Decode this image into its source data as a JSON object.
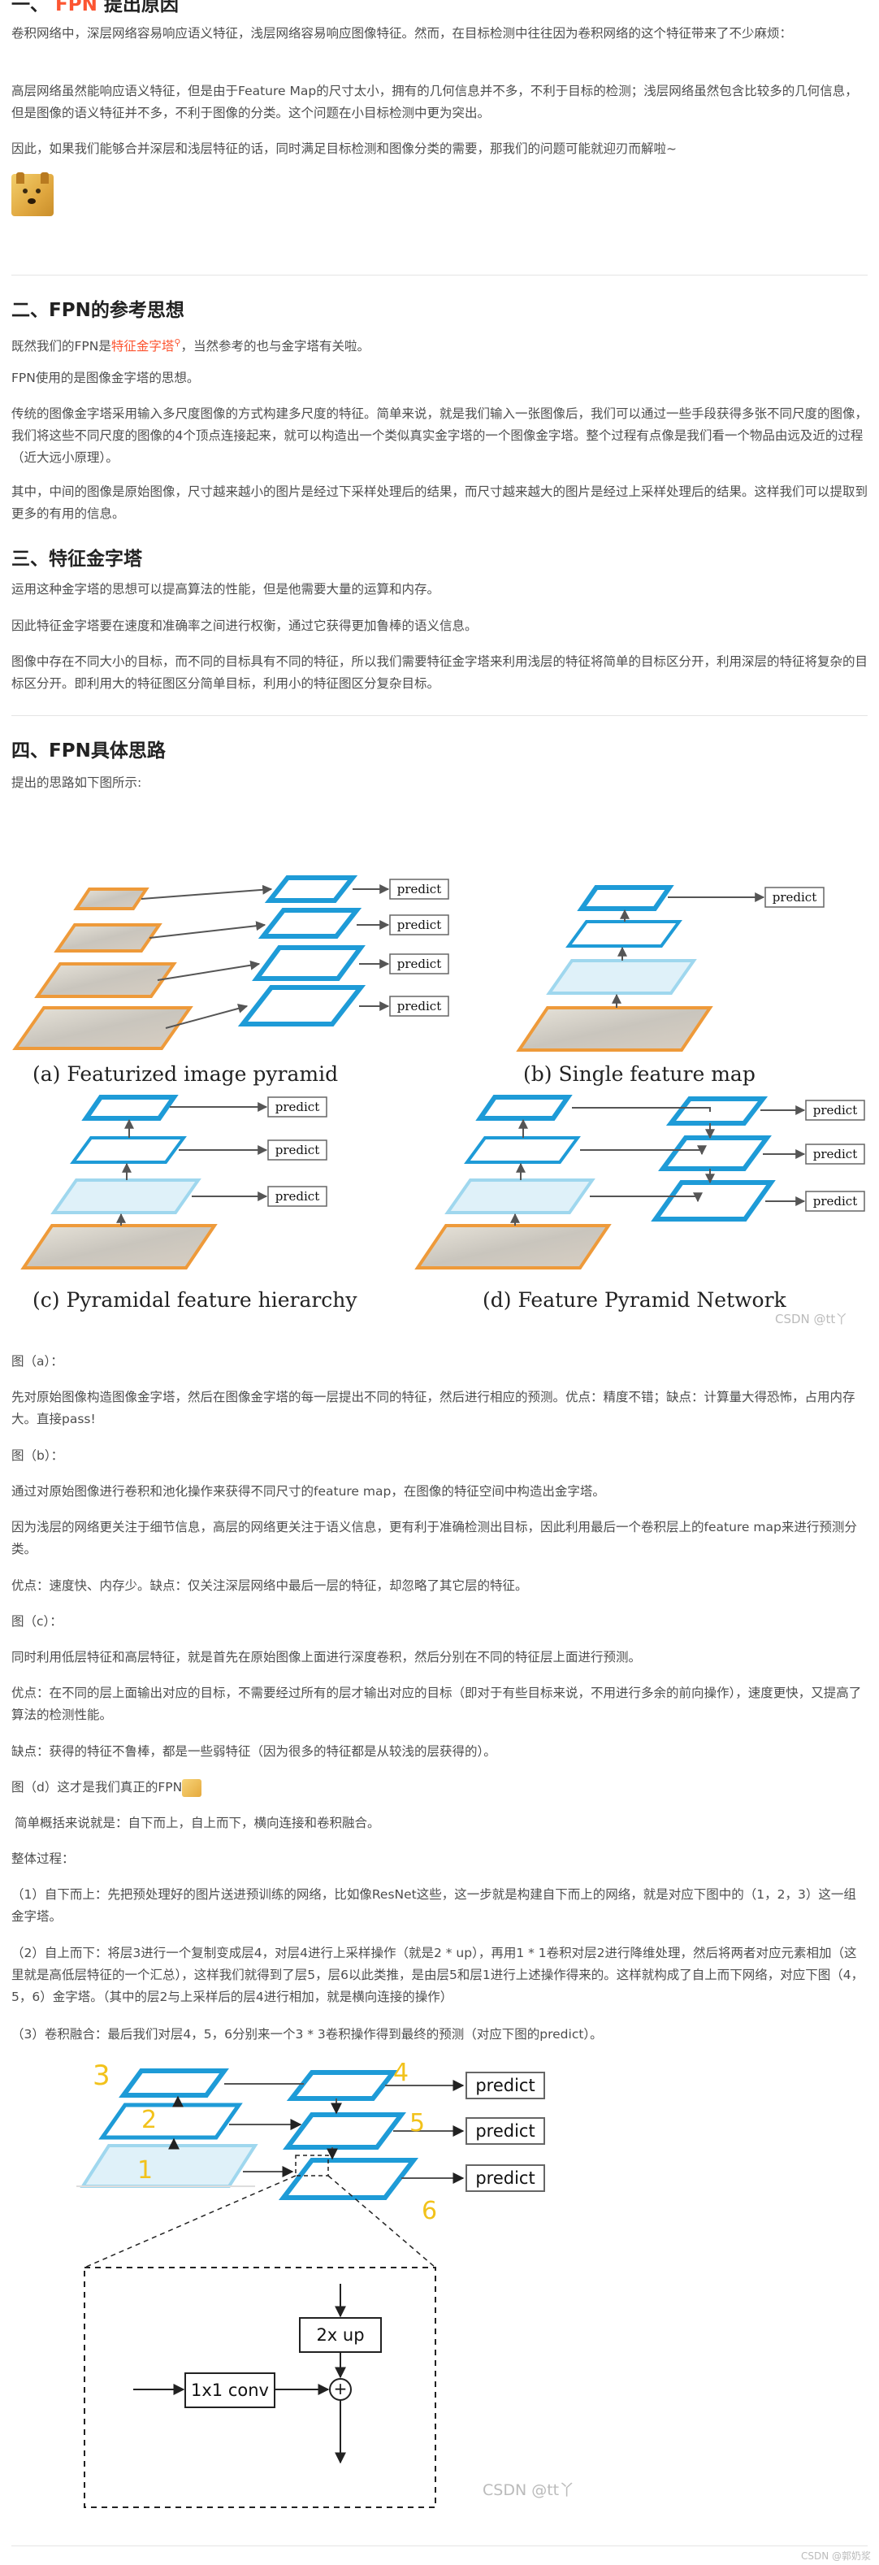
{
  "s1": {
    "heading_num": "一、",
    "heading_fpn": "FPN",
    "heading_rest": "提出原因",
    "p1": "卷积网络中，深层网络容易响应语义特征，浅层网络容易响应图像特征。然而，在目标检测中往往因为卷积网络的这个特征带来了不少麻烦：",
    "p2": "高层网络虽然能响应语义特征，但是由于Feature Map的尺寸太小，拥有的几何信息并不多，不利于目标的检测；浅层网络虽然包含比较多的几何信息，但是图像的语义特征并不多，不利于图像的分类。这个问题在小目标检测中更为突出。",
    "p3": "因此，如果我们能够合并深层和浅层特征的话，同时满足目标检测和图像分类的需要，那我们的问题可能就迎刃而解啦~"
  },
  "s2": {
    "heading": "二、FPN的参考思想",
    "p1_pre": "既然我们的FPN是",
    "p1_link": "特征金字塔",
    "p1_post": "，当然参考的也与金字塔有关啦。",
    "p2": "FPN使用的是图像金字塔的思想。",
    "p3": "传统的图像金字塔采用输入多尺度图像的方式构建多尺度的特征。简单来说，就是我们输入一张图像后，我们可以通过一些手段获得多张不同尺度的图像，我们将这些不同尺度的图像的4个顶点连接起来，就可以构造出一个类似真实金字塔的一个图像金字塔。整个过程有点像是我们看一个物品由远及近的过程（近大远小原理）。",
    "p4": "其中，中间的图像是原始图像，尺寸越来越小的图片是经过下采样处理后的结果，而尺寸越来越大的图片是经过上采样处理后的结果。这样我们可以提取到更多的有用的信息。"
  },
  "s3": {
    "heading": "三、特征金字塔",
    "p1": "运用这种金字塔的思想可以提高算法的性能，但是他需要大量的运算和内存。",
    "p2": "因此特征金字塔要在速度和准确率之间进行权衡，通过它获得更加鲁棒的语义信息。",
    "p3": "图像中存在不同大小的目标，而不同的目标具有不同的特征，所以我们需要特征金字塔来利用浅层的特征将简单的目标区分开，利用深层的特征将复杂的目标区分开。即利用大的特征图区分简单目标，利用小的特征图区分复杂目标。"
  },
  "s4": {
    "heading": "四、FPN具体思路",
    "intro": "提出的思路如下图所示:",
    "fig_labels": {
      "predict": "predict",
      "a": "(a) Featurized image pyramid",
      "b": "(b) Single feature map",
      "c": "(c) Pyramidal feature hierarchy",
      "d": "(d) Feature Pyramid Network",
      "watermark": "CSDN @tt丫"
    },
    "a_title": "图（a）：",
    "a_text": "先对原始图像构造图像金字塔，然后在图像金字塔的每一层提出不同的特征，然后进行相应的预测。优点：精度不错；缺点：计算量大得恐怖，占用内存大。直接pass!",
    "b_title": "图（b）：",
    "b_text1": "通过对原始图像进行卷积和池化操作来获得不同尺寸的feature map，在图像的特征空间中构造出金字塔。",
    "b_text2": "因为浅层的网络更关注于细节信息，高层的网络更关注于语义信息，更有利于准确检测出目标，因此利用最后一个卷积层上的feature map来进行预测分类。",
    "b_text3": "优点：速度快、内存少。缺点：仅关注深层网络中最后一层的特征，却忽略了其它层的特征。",
    "c_title": "图（c）：",
    "c_text1": "同时利用低层特征和高层特征，就是首先在原始图像上面进行深度卷积，然后分别在不同的特征层上面进行预测。",
    "c_text2": "优点：在不同的层上面输出对应的目标，不需要经过所有的层才输出对应的目标（即对于有些目标来说，不用进行多余的前向操作），速度更快，又提高了算法的检测性能。",
    "c_text3": "缺点：获得的特征不鲁棒，都是一些弱特征（因为很多的特征都是从较浅的层获得的）。",
    "d_title": "图（d）这才是我们真正的FPN",
    "d_text1": "简单概括来说就是：自下而上，自上而下，横向连接和卷积融合。",
    "process_title": "整体过程：",
    "step1": "（1）自下而上：先把预处理好的图片送进预训练的网络，比如像ResNet这些，这一步就是构建自下而上的网络，就是对应下图中的（1，2，3）这一组金字塔。",
    "step2": "（2）自上而下：将层3进行一个复制变成层4，对层4进行上采样操作（就是2 * up），再用1 * 1卷积对层2进行降维处理，然后将两者对应元素相加（这里就是高低层特征的一个汇总），这样我们就得到了层5，层6以此类推，是由层5和层1进行上述操作得来的。这样就构成了自上而下网络，对应下图（4，5，6）金字塔。（其中的层2与上采样后的层4进行相加，就是横向连接的操作）",
    "step3": "（3）卷积融合：最后我们对层4，5，6分别来一个3 * 3卷积操作得到最终的预测（对应下图的predict）。",
    "fig2": {
      "predict": "predict",
      "up": "2x up",
      "conv": "1x1 conv",
      "plus": "+",
      "n1": "1",
      "n2": "2",
      "n3": "3",
      "n4": "4",
      "n5": "5",
      "n6": "6",
      "watermark": "CSDN @tt丫"
    },
    "footer_wm": "CSDN @郭奶浆"
  },
  "colors": {
    "blue": "#1e9bd7",
    "lightblue": "#9fd7ee",
    "orange": "#ee9a3a",
    "accent": "#fc5531",
    "hand_yellow": "#f2c21b"
  }
}
